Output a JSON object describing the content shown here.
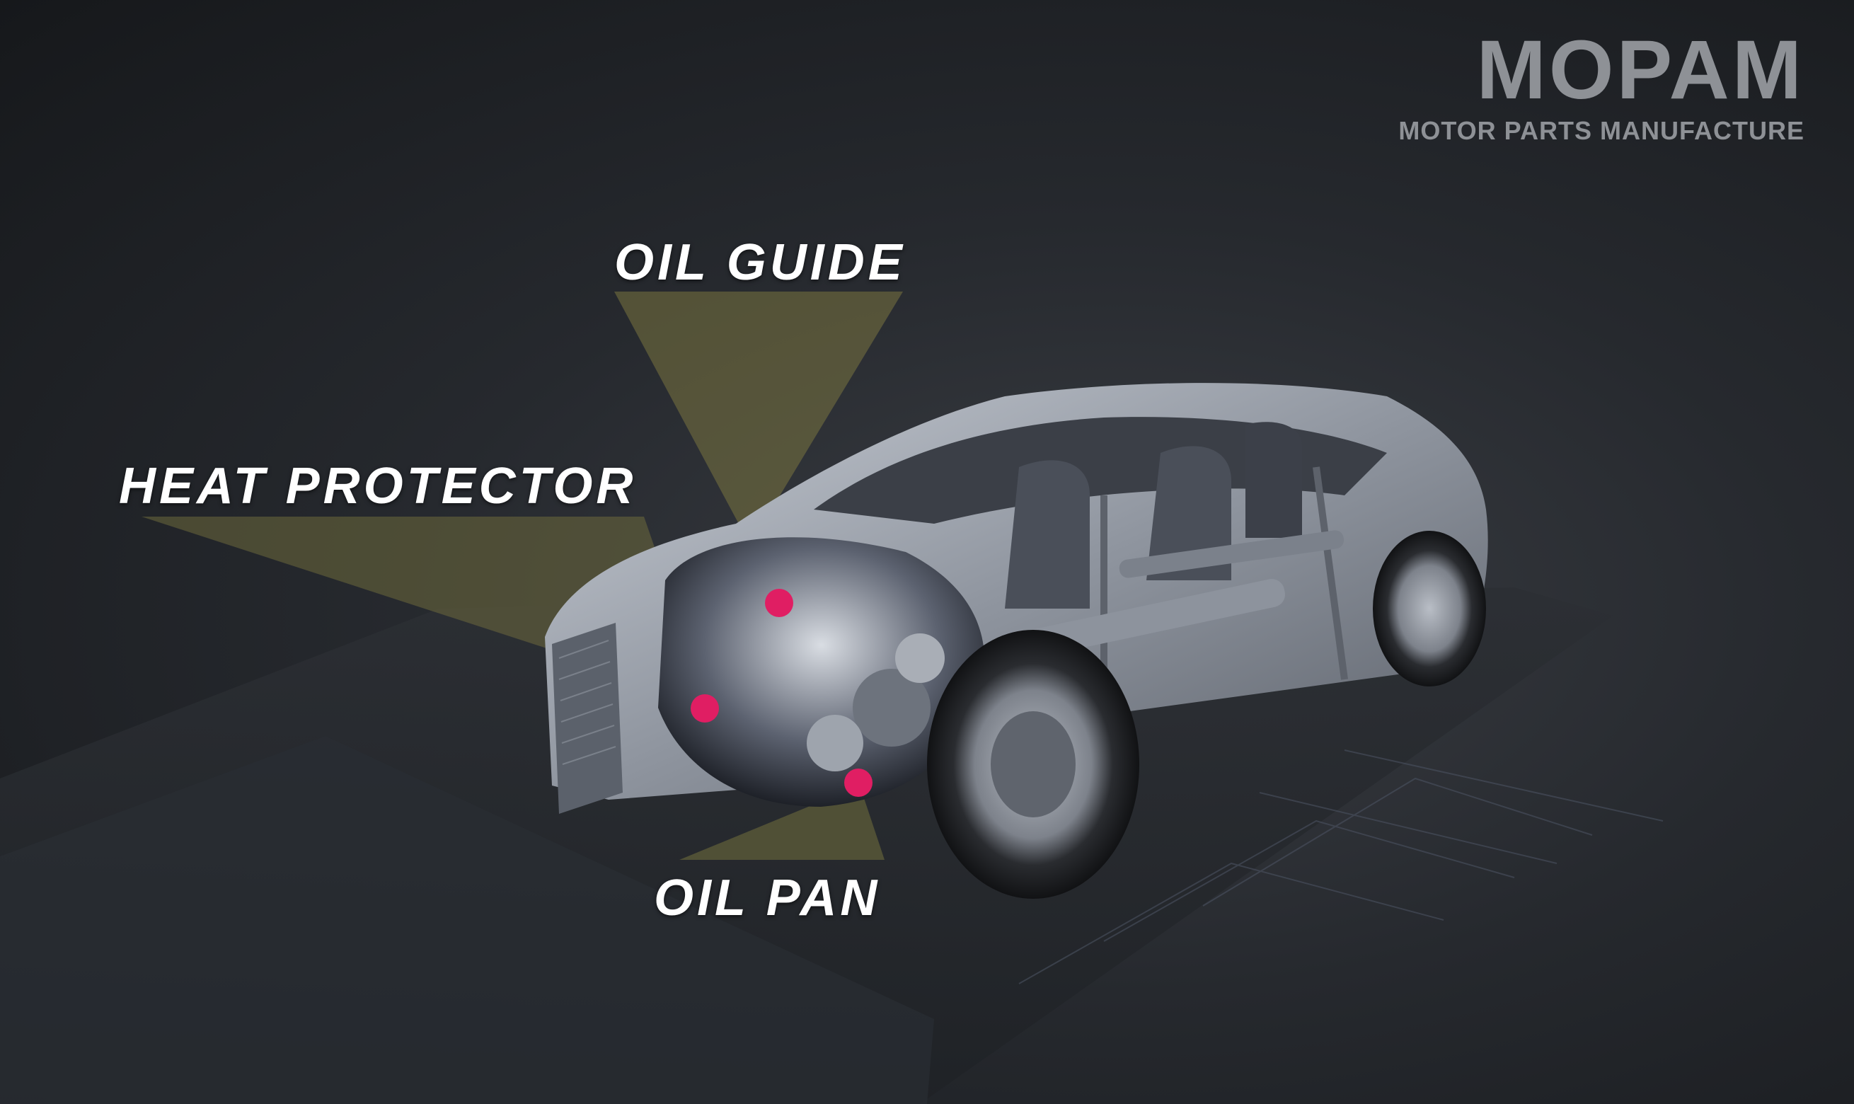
{
  "brand": {
    "name": "MOPAM",
    "tagline": "MOTOR PARTS MANUFACTURE"
  },
  "callouts": [
    {
      "label": "OIL GUIDE"
    },
    {
      "label": "HEAT PROTECTOR"
    },
    {
      "label": "OIL PAN"
    }
  ],
  "colors": {
    "background": "#26292e",
    "marker": "#e01e63",
    "beam": "#7a7440",
    "car_body": "#9da3ad",
    "logo": "#8e9196"
  }
}
